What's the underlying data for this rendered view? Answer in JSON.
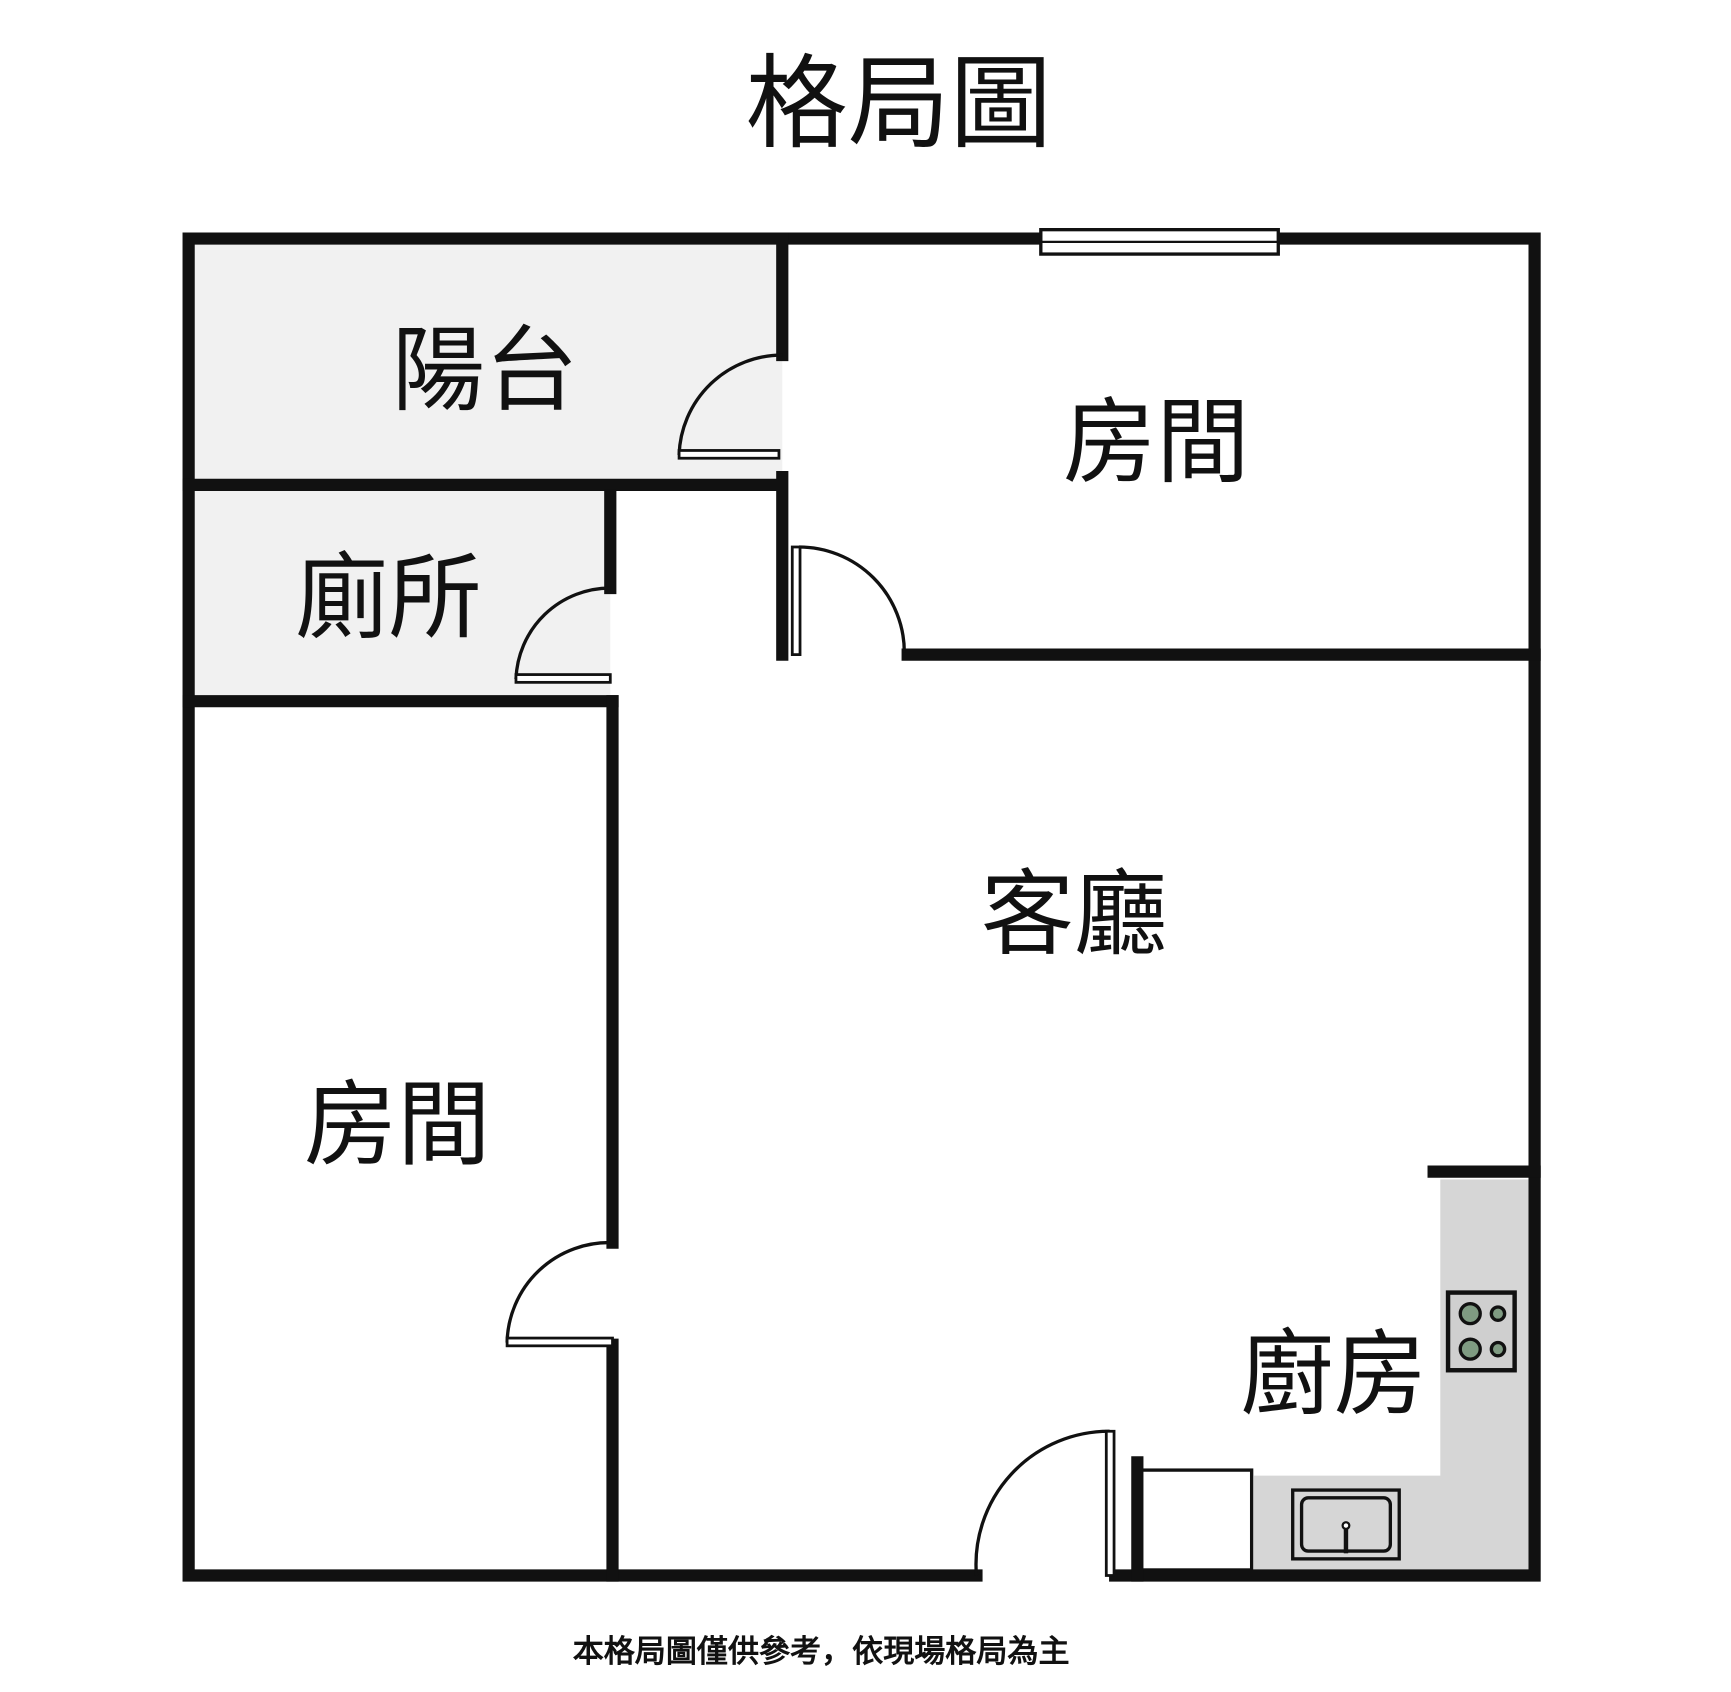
{
  "title": "格局圖",
  "rooms": {
    "balcony": "陽台",
    "room_top_right": "房間",
    "toilet": "廁所",
    "living_room": "客廳",
    "room_left": "房間",
    "kitchen": "廚房"
  },
  "footer_note": "本格局圖僅供參考，依現場格局為主",
  "colors": {
    "wall": "#111111",
    "wet_area_fill": "#f1f1f1",
    "counter_fill": "#d6d6d6",
    "burner": "#7f9b82"
  },
  "icons": [
    "window-icon",
    "door-icon",
    "stove-icon",
    "sink-icon"
  ]
}
